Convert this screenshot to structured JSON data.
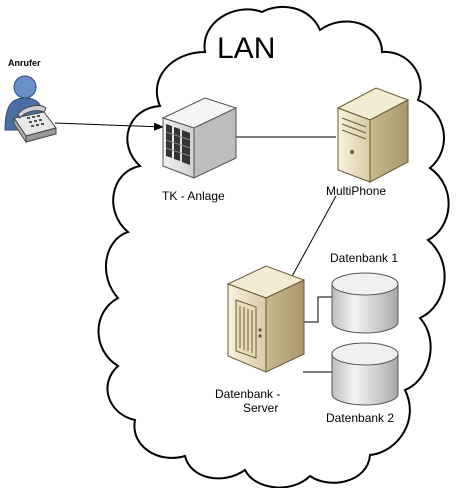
{
  "title": "LAN",
  "caller": {
    "label": "Anrufer",
    "icon": "person-with-phone-icon"
  },
  "nodes": {
    "pbx": {
      "label": "TK - Anlage",
      "icon": "pbx-tower-icon"
    },
    "multiphone": {
      "label": "MultiPhone",
      "icon": "server-tower-icon"
    },
    "db_server": {
      "label_line1": "Datenbank -",
      "label_line2": "Server",
      "icon": "server-tower-icon"
    },
    "db1": {
      "label": "Datenbank 1",
      "icon": "database-cylinder-icon"
    },
    "db2": {
      "label": "Datenbank 2",
      "icon": "database-cylinder-icon"
    }
  },
  "colors": {
    "cloud_stroke": "#000000",
    "server_body": "#efe6cf",
    "pbx_body": "#e8e8e8",
    "db_body": "#e4e4e4",
    "person": "#4a6fa5"
  }
}
